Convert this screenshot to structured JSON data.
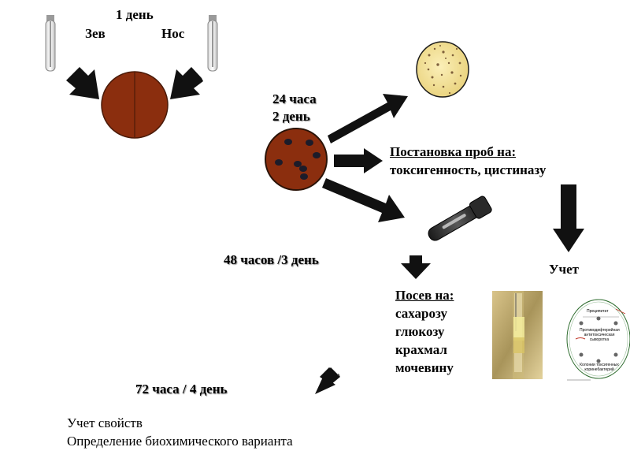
{
  "colors": {
    "plate": "#8b2e0e",
    "colony": "#1c1c2a",
    "arrow": "#111111",
    "culture_plate_bg": "#f6e6a4"
  },
  "day1": {
    "title": "1 день",
    "left_label": "Зев",
    "right_label": "Нос"
  },
  "day2": {
    "time": "24 часа",
    "day": "2 день"
  },
  "tests": {
    "heading": "Постановка проб на:",
    "items": "токсигенность, цистиназу"
  },
  "record_label": "Учет",
  "day3": {
    "label": "48 часов /3 день"
  },
  "seeding": {
    "heading": "Посев на:",
    "items": [
      "сахарозу",
      "глюкозу",
      "крахмал",
      "мочевину"
    ]
  },
  "precip_figure": {
    "labels": [
      "Преципитат",
      "Противодифтерийная антитоксическая сыворотка",
      "Колонии токсигенных коринебактерий"
    ]
  },
  "day4": {
    "label": "72 часа / 4 день"
  },
  "final": {
    "line1": "Учет свойств",
    "line2": "Определение биохимического варианта"
  },
  "icons": [
    "test-tube-icon",
    "petri-dish-icon",
    "arrow-icon",
    "tube-icon",
    "precipitation-plate-icon"
  ]
}
